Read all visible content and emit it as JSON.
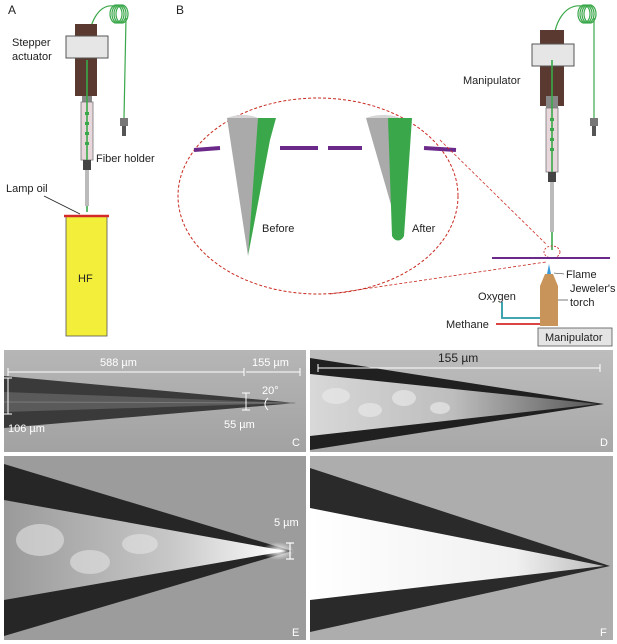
{
  "panels": {
    "a": "A",
    "b": "B",
    "c": "C",
    "d": "D",
    "e": "E",
    "f": "F"
  },
  "panel_a": {
    "stepper_line1": "Stepper",
    "stepper_line2": "actuator",
    "fiber_holder": "Fiber holder",
    "lamp_oil": "Lamp oil",
    "hf": "HF"
  },
  "panel_b": {
    "manipulator_top": "Manipulator",
    "before": "Before",
    "after": "After",
    "flame": "Flame",
    "torch_line1": "Jeweler's",
    "torch_line2": "torch",
    "oxygen": "Oxygen",
    "methane": "Methane",
    "manipulator_box": "Manipulator"
  },
  "micro": {
    "c_len1": "588 µm",
    "c_len2": "155 µm",
    "c_width1": "106 µm",
    "c_width2": "55 µm",
    "c_angle": "20°",
    "d_len": "155 µm",
    "e_tip": "5 µm"
  },
  "colors": {
    "fiber_green": "#3aa84a",
    "hf_yellow": "#f2ee3a",
    "oil_red": "#d42a2a",
    "purple": "#6b2a8a",
    "dashed_red": "#c8281e",
    "torch_tan": "#c8945a",
    "oxygen_teal": "#2a9aa8"
  }
}
